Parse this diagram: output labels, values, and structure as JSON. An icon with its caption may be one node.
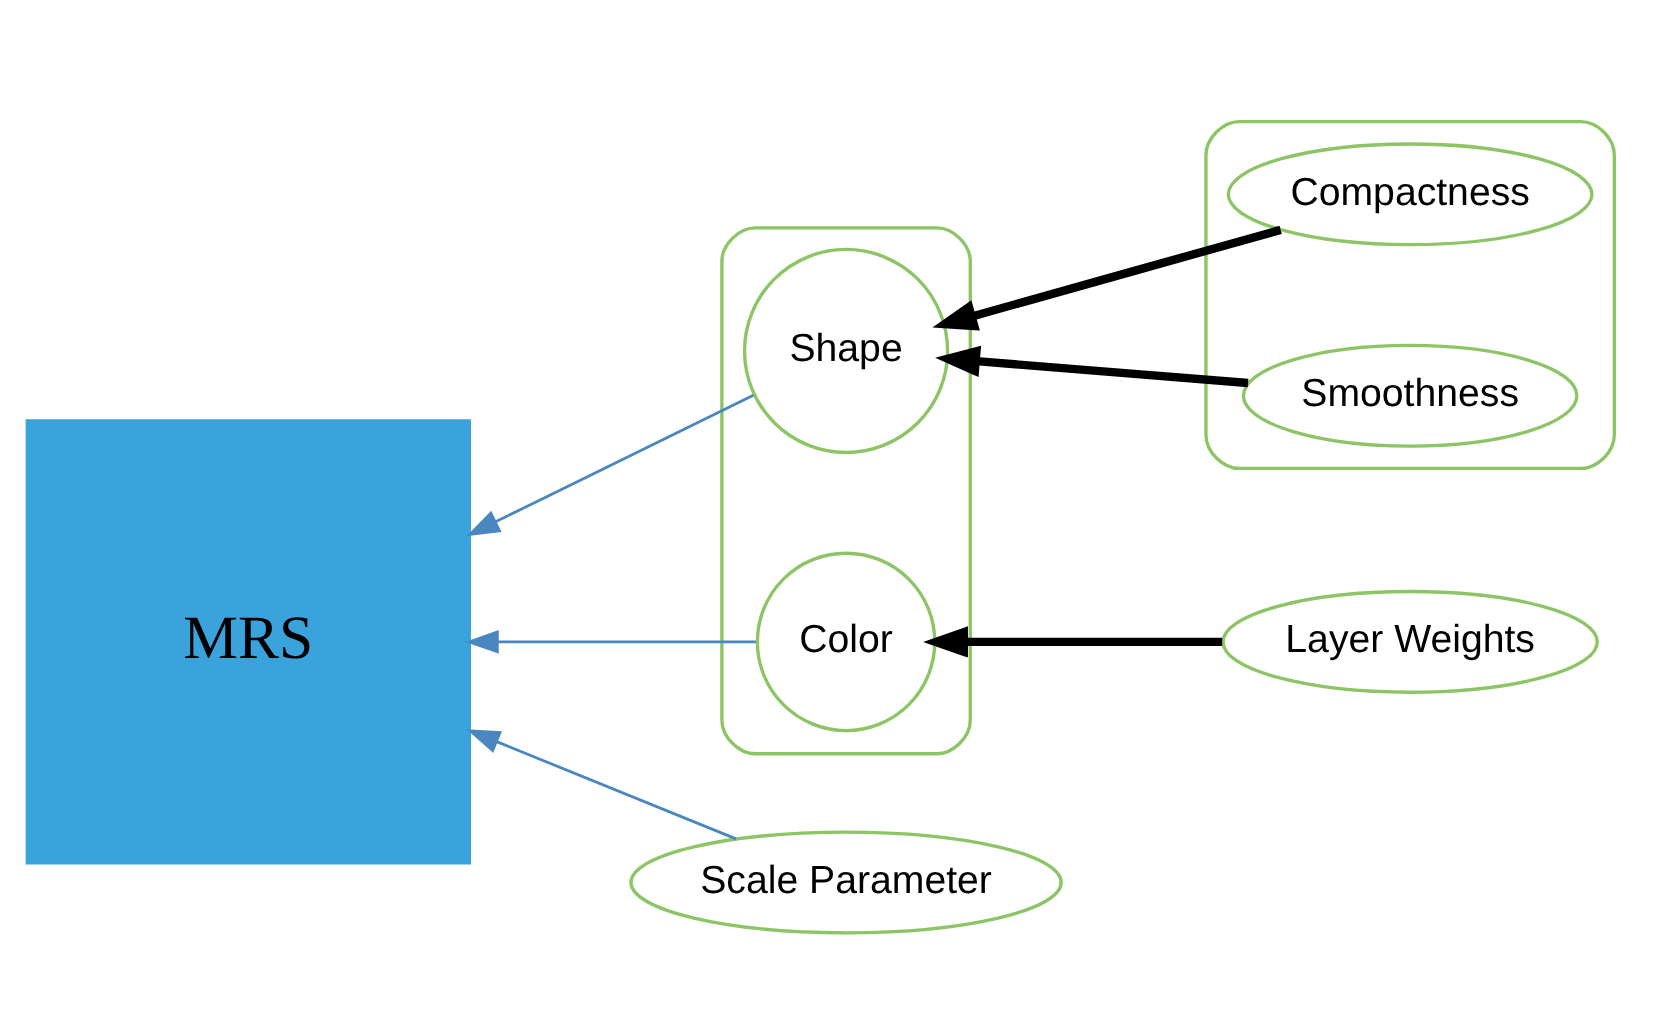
{
  "diagram": {
    "nodes": [
      {
        "text": [],
        "shape": "ellipse"
      },
      {
        "text": [
          "Compactness"
        ],
        "in": 0
      },
      {
        "text": [
          "Smoothness"
        ],
        "in": 0
      },
      {
        "text": [],
        "shape": "ellipse"
      },
      {
        "text": [
          "Shape"
        ],
        "in": 3
      },
      {
        "text": [
          "Color"
        ],
        "in": 3
      },
      {
        "text": [
          "MRS"
        ]
      },
      {
        "text": [
          "Scale Parameter"
        ]
      },
      {
        "text": [
          "Layer Weights"
        ]
      }
    ],
    "edges": [
      {
        "from": 1,
        "to": 4,
        "arrow": "to",
        "style": "thick"
      },
      {
        "from": 2,
        "to": 4,
        "arrow": "to",
        "style": "thick"
      },
      {
        "from": 4,
        "to": 6,
        "arrow": "to",
        "color": "#4a86c0"
      },
      {
        "from": 5,
        "to": 6,
        "arrow": "to",
        "color": "#4a86c0"
      },
      {
        "from": 7,
        "to": 6,
        "arrow": "to",
        "color": "#4a86c0"
      },
      {
        "from": 8,
        "to": 5,
        "arrow": "to",
        "style": "thick"
      }
    ]
  }
}
